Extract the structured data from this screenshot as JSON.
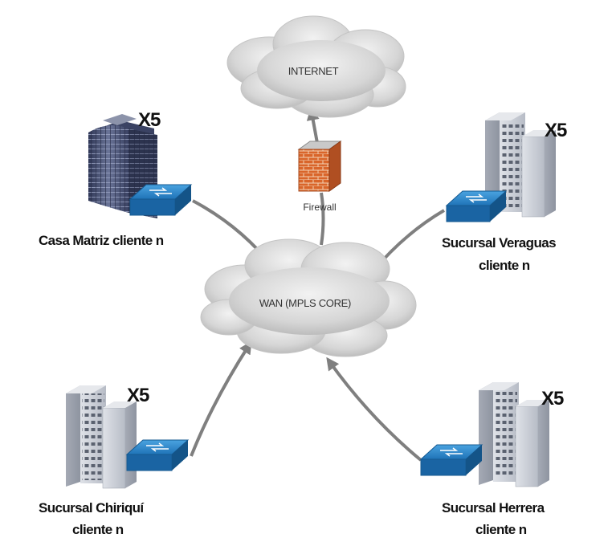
{
  "internet": {
    "label": "INTERNET"
  },
  "firewall": {
    "label": "Firewall"
  },
  "wan": {
    "label": "WAN (MPLS CORE)"
  },
  "sites": {
    "casa_matriz": {
      "label": "Casa Matriz cliente n",
      "multiplier": "X5"
    },
    "veraguas": {
      "line1": "Sucursal Veraguas",
      "line2": "cliente n",
      "multiplier": "X5"
    },
    "chiriqui": {
      "line1": "Sucursal Chiriquí",
      "line2": "cliente n",
      "multiplier": "X5"
    },
    "herrera": {
      "line1": "Sucursal Herrera",
      "line2": "cliente n",
      "multiplier": "X5"
    }
  },
  "colors": {
    "cloud": "#d4d4d4",
    "connector": "#7f7f7f",
    "switch": "#1f73b7",
    "firewall_brick": "#d96a2b",
    "hq_glass": "#4b5577",
    "branch_building": "#c8ccd3"
  },
  "icons": [
    "cloud-icon",
    "firewall-icon",
    "switch-icon",
    "office-tower-icon",
    "branch-building-icon"
  ]
}
